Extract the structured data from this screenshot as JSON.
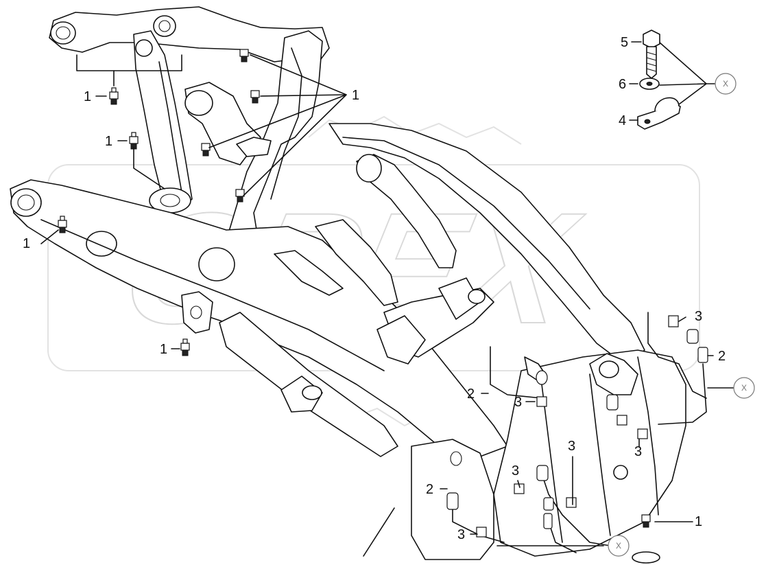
{
  "diagram": {
    "watermark": "OPEX",
    "callouts": [
      {
        "id": "c1a",
        "text": "1"
      },
      {
        "id": "c1b",
        "text": "1"
      },
      {
        "id": "c1c",
        "text": "1"
      },
      {
        "id": "c1d",
        "text": "1"
      },
      {
        "id": "c1e",
        "text": "1"
      },
      {
        "id": "c1f",
        "text": "1"
      },
      {
        "id": "c2a",
        "text": "2"
      },
      {
        "id": "c2b",
        "text": "2"
      },
      {
        "id": "c2c",
        "text": "2"
      },
      {
        "id": "c3a",
        "text": "3"
      },
      {
        "id": "c3b",
        "text": "3"
      },
      {
        "id": "c3c",
        "text": "3"
      },
      {
        "id": "c3d",
        "text": "3"
      },
      {
        "id": "c3e",
        "text": "3"
      },
      {
        "id": "c4",
        "text": "4"
      },
      {
        "id": "c5",
        "text": "5"
      },
      {
        "id": "c6",
        "text": "6"
      }
    ],
    "detail_markers": [
      "X",
      "X",
      "X"
    ]
  }
}
